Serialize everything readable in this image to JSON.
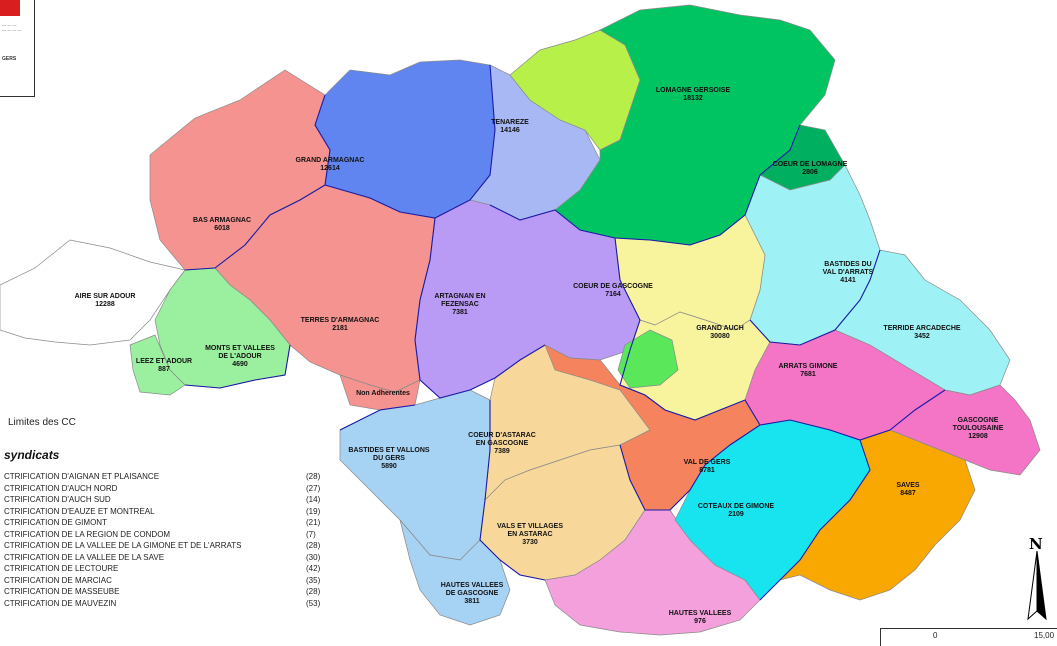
{
  "map": {
    "regions": [
      {
        "name": "LOMAGNE GERSOISE",
        "value": "18132",
        "color": "#00c462"
      },
      {
        "name": "TENAREZE",
        "value": "14146",
        "color": "#a8b8f4"
      },
      {
        "name": "GRAND ARMAGNAC",
        "value": "12614",
        "color": "#6185f0"
      },
      {
        "name": "BAS ARMAGNAC",
        "value": "6018",
        "color": "#f4938f"
      },
      {
        "name": "COEUR DE LOMAGNE",
        "value": "2806",
        "color": "#00b060"
      },
      {
        "name": "BASTIDES DU VAL D'ARRATS",
        "value": "4141",
        "color": "#9ef2f5"
      },
      {
        "name": "AIRE SUR ADOUR",
        "value": "12288",
        "color": "#ffffff"
      },
      {
        "name": "ARTAGNAN EN FEZENSAC",
        "value": "7381",
        "color": "#b99af4"
      },
      {
        "name": "COEUR DE GASCOGNE",
        "value": "7164",
        "color": "#f8f49e"
      },
      {
        "name": "TERRES D'ARMAGNAC",
        "value": "2181",
        "color": "#f4938f"
      },
      {
        "name": "MONTS ET VALLEES DE L'ADOUR",
        "value": "4690",
        "color": "#9af09e"
      },
      {
        "name": "LEEZ ET ADOUR",
        "value": "887",
        "color": "#9af09e"
      },
      {
        "name": "GRAND AUCH",
        "value": "30080",
        "color": "#5ae85a"
      },
      {
        "name": "TERRIDE ARCADECHE",
        "value": "3452",
        "color": "#9ef2f5"
      },
      {
        "name": "ARRATS GIMONE",
        "value": "7681",
        "color": "#f474c6"
      },
      {
        "name": "Non Adherentes",
        "value": "",
        "color": "#f4938f"
      },
      {
        "name": "GASCOGNE TOULOUSAINE",
        "value": "12908",
        "color": "#f474c6"
      },
      {
        "name": "BASTIDES ET VALLONS DU GERS",
        "value": "5890",
        "color": "#a6d2f4"
      },
      {
        "name": "COEUR D'ASTARAC EN GASCOGNE",
        "value": "7389",
        "color": "#f8d89a"
      },
      {
        "name": "VAL DE GERS",
        "value": "8781",
        "color": "#f4835e"
      },
      {
        "name": "SAVES",
        "value": "8487",
        "color": "#f8a800"
      },
      {
        "name": "COTEAUX DE GIMONE",
        "value": "2109",
        "color": "#18e4f0"
      },
      {
        "name": "VALS ET VILLAGES EN ASTARAC",
        "value": "3730",
        "color": "#f8d89a"
      },
      {
        "name": "HAUTES VALLEES DE GASCOGNE",
        "value": "3811",
        "color": "#a6d2f4"
      },
      {
        "name": "HAUTES VALLEES",
        "value": "976",
        "color": "#f4a0dc"
      }
    ]
  },
  "logo": {
    "line1": "GERS"
  },
  "legend": {
    "limites_label": "Limites des CC",
    "title": "syndicats",
    "rows": [
      {
        "name": "CTRIFICATION D'AIGNAN ET PLAISANCE",
        "count": "(28)"
      },
      {
        "name": "CTRIFICATION D'AUCH NORD",
        "count": "(27)"
      },
      {
        "name": "CTRIFICATION D'AUCH SUD",
        "count": "(14)"
      },
      {
        "name": "CTRIFICATION D'EAUZE ET MONTREAL",
        "count": "(19)"
      },
      {
        "name": "CTRIFICATION DE GIMONT",
        "count": "(21)"
      },
      {
        "name": "CTRIFICATION DE LA REGION DE CONDOM",
        "count": "(7)"
      },
      {
        "name": "CTRIFICATION DE LA VALLEE DE LA GIMONE ET DE L'ARRATS",
        "count": "(28)"
      },
      {
        "name": "CTRIFICATION DE LA VALLEE DE LA SAVE",
        "count": "(30)"
      },
      {
        "name": "CTRIFICATION DE LECTOURE",
        "count": "(42)"
      },
      {
        "name": "CTRIFICATION DE MARCIAC",
        "count": "(35)"
      },
      {
        "name": "CTRIFICATION DE MASSEUBE",
        "count": "(28)"
      },
      {
        "name": "CTRIFICATION DE MAUVEZIN",
        "count": "(53)"
      }
    ]
  },
  "north_label": "N",
  "scale": {
    "start": "0",
    "end": "15,00"
  }
}
